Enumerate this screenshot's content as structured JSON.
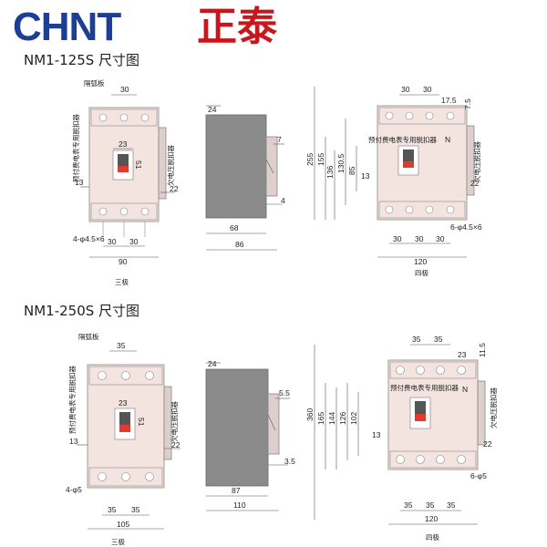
{
  "brand": {
    "logo_latin": "CHNT",
    "logo_cn": "正泰",
    "logo_color": "#1d3e95",
    "cn_color": "#c8161d"
  },
  "section1": {
    "title": "NM1-125S 尺寸图",
    "three_pole": {
      "caption": "三极",
      "arc_plate": "隔弧板",
      "side_label_left": "预付费电表专用脱扣器",
      "side_label_right": "欠电压脱扣器",
      "dims": {
        "top": "30",
        "handle_w": "23",
        "handle_h": "51",
        "left": "13",
        "right": "22",
        "holes": "4-φ4.5×6",
        "pitch1": "30",
        "pitch2": "30",
        "width": "90"
      }
    },
    "side_view": {
      "dims": {
        "top": "24",
        "right": "7",
        "low": "4",
        "depth1": "68",
        "depth2": "86"
      }
    },
    "four_pole": {
      "caption": "四极",
      "top_label": "预付费电表专用脱扣器",
      "n_label": "N",
      "side_label_right": "欠电压脱扣器",
      "dims": {
        "top1": "30",
        "top2": "30",
        "right_top": "17.5",
        "right_top2": "7.5",
        "h1": "255",
        "h2": "155",
        "h3": "136",
        "h4": "130.5",
        "h5": "85",
        "left": "13",
        "right": "22",
        "holes": "6-φ4.5×6",
        "pitch1": "30",
        "pitch2": "30",
        "pitch3": "30",
        "width": "120"
      }
    }
  },
  "section2": {
    "title": "NM1-250S 尺寸图",
    "three_pole": {
      "caption": "三极",
      "arc_plate": "隔弧板",
      "side_label_left": "预付费电表专用脱扣器",
      "side_label_right": "欠电压脱扣器",
      "dims": {
        "top": "35",
        "handle_w": "23",
        "handle_h": "51",
        "left": "13",
        "right": "22",
        "holes": "4-φ5",
        "pitch1": "35",
        "pitch2": "35",
        "width": "105"
      }
    },
    "side_view": {
      "dims": {
        "top": "24",
        "right": "5.5",
        "low": "3.5",
        "depth1": "87",
        "depth2": "110"
      }
    },
    "four_pole": {
      "caption": "四极",
      "top_label": "预付费电表专用脱扣器",
      "n_label": "N",
      "side_label_right": "欠电压脱扣器",
      "dims": {
        "top1": "35",
        "top2": "35",
        "right_top": "23",
        "right_top2": "11.5",
        "h1": "360",
        "h2": "165",
        "h3": "144",
        "h4": "126",
        "h5": "102",
        "left": "13",
        "right": "22",
        "holes": "6-φ5",
        "pitch1": "35",
        "pitch2": "35",
        "pitch3": "35",
        "width": "120"
      }
    }
  }
}
